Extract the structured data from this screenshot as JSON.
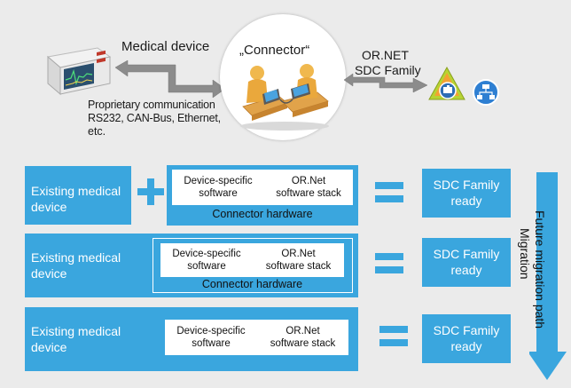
{
  "top": {
    "medical_device_label": "Medical device",
    "proprietary_line1": "Proprietary communication",
    "proprietary_line2": "RS232, CAN-Bus, Ethernet,",
    "proprietary_line3": "etc.",
    "connector_label": "„Connector“",
    "ornet_line1": "OR.NET",
    "ornet_line2": "SDC Family"
  },
  "rows": [
    {
      "device_line1": "Existing medical",
      "device_line2": "device",
      "left_line1": "Device-specific",
      "left_line2": "software",
      "right_line1": "OR.Net",
      "right_line2": "software stack",
      "hardware": "Connector hardware",
      "result_line1": "SDC Family",
      "result_line2": "ready"
    },
    {
      "device_line1": "Existing medical",
      "device_line2": "device",
      "left_line1": "Device-specific",
      "left_line2": "software",
      "right_line1": "OR.Net",
      "right_line2": "software stack",
      "hardware": "Connector hardware",
      "result_line1": "SDC Family",
      "result_line2": "ready"
    },
    {
      "device_line1": "Existing medical",
      "device_line2": "device",
      "left_line1": "Device-specific",
      "left_line2": "software",
      "right_line1": "OR.Net",
      "right_line2": "software stack",
      "result_line1": "SDC Family",
      "result_line2": "ready"
    }
  ],
  "side": {
    "migration_label": "Migration",
    "future_path_label": "Future migration path"
  },
  "colors": {
    "blue": "#3aa6de",
    "background": "#ebebeb",
    "arrow_gray": "#8c8c8c"
  }
}
